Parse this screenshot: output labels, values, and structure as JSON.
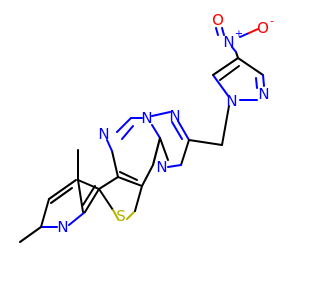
{
  "molecule": {
    "atom_labels": {
      "n_pyrimidine": "N",
      "n_triazole_1": "N",
      "n_triazole_2": "N",
      "n_triazole_3": "N",
      "n_pyridine": "N",
      "s_thiophene": "S",
      "n_pyrazole_1": "N",
      "n_pyrazole_2": "N",
      "n_nitro": "N",
      "nitro_plus": "+",
      "o_nitro_1": "O",
      "o_nitro_2": "O",
      "nitro_minus": "-"
    }
  },
  "colors": {
    "carbon_bond": "#000000",
    "nitrogen": "#0000ff",
    "sulfur": "#b3b300",
    "oxygen": "#ff0000"
  }
}
